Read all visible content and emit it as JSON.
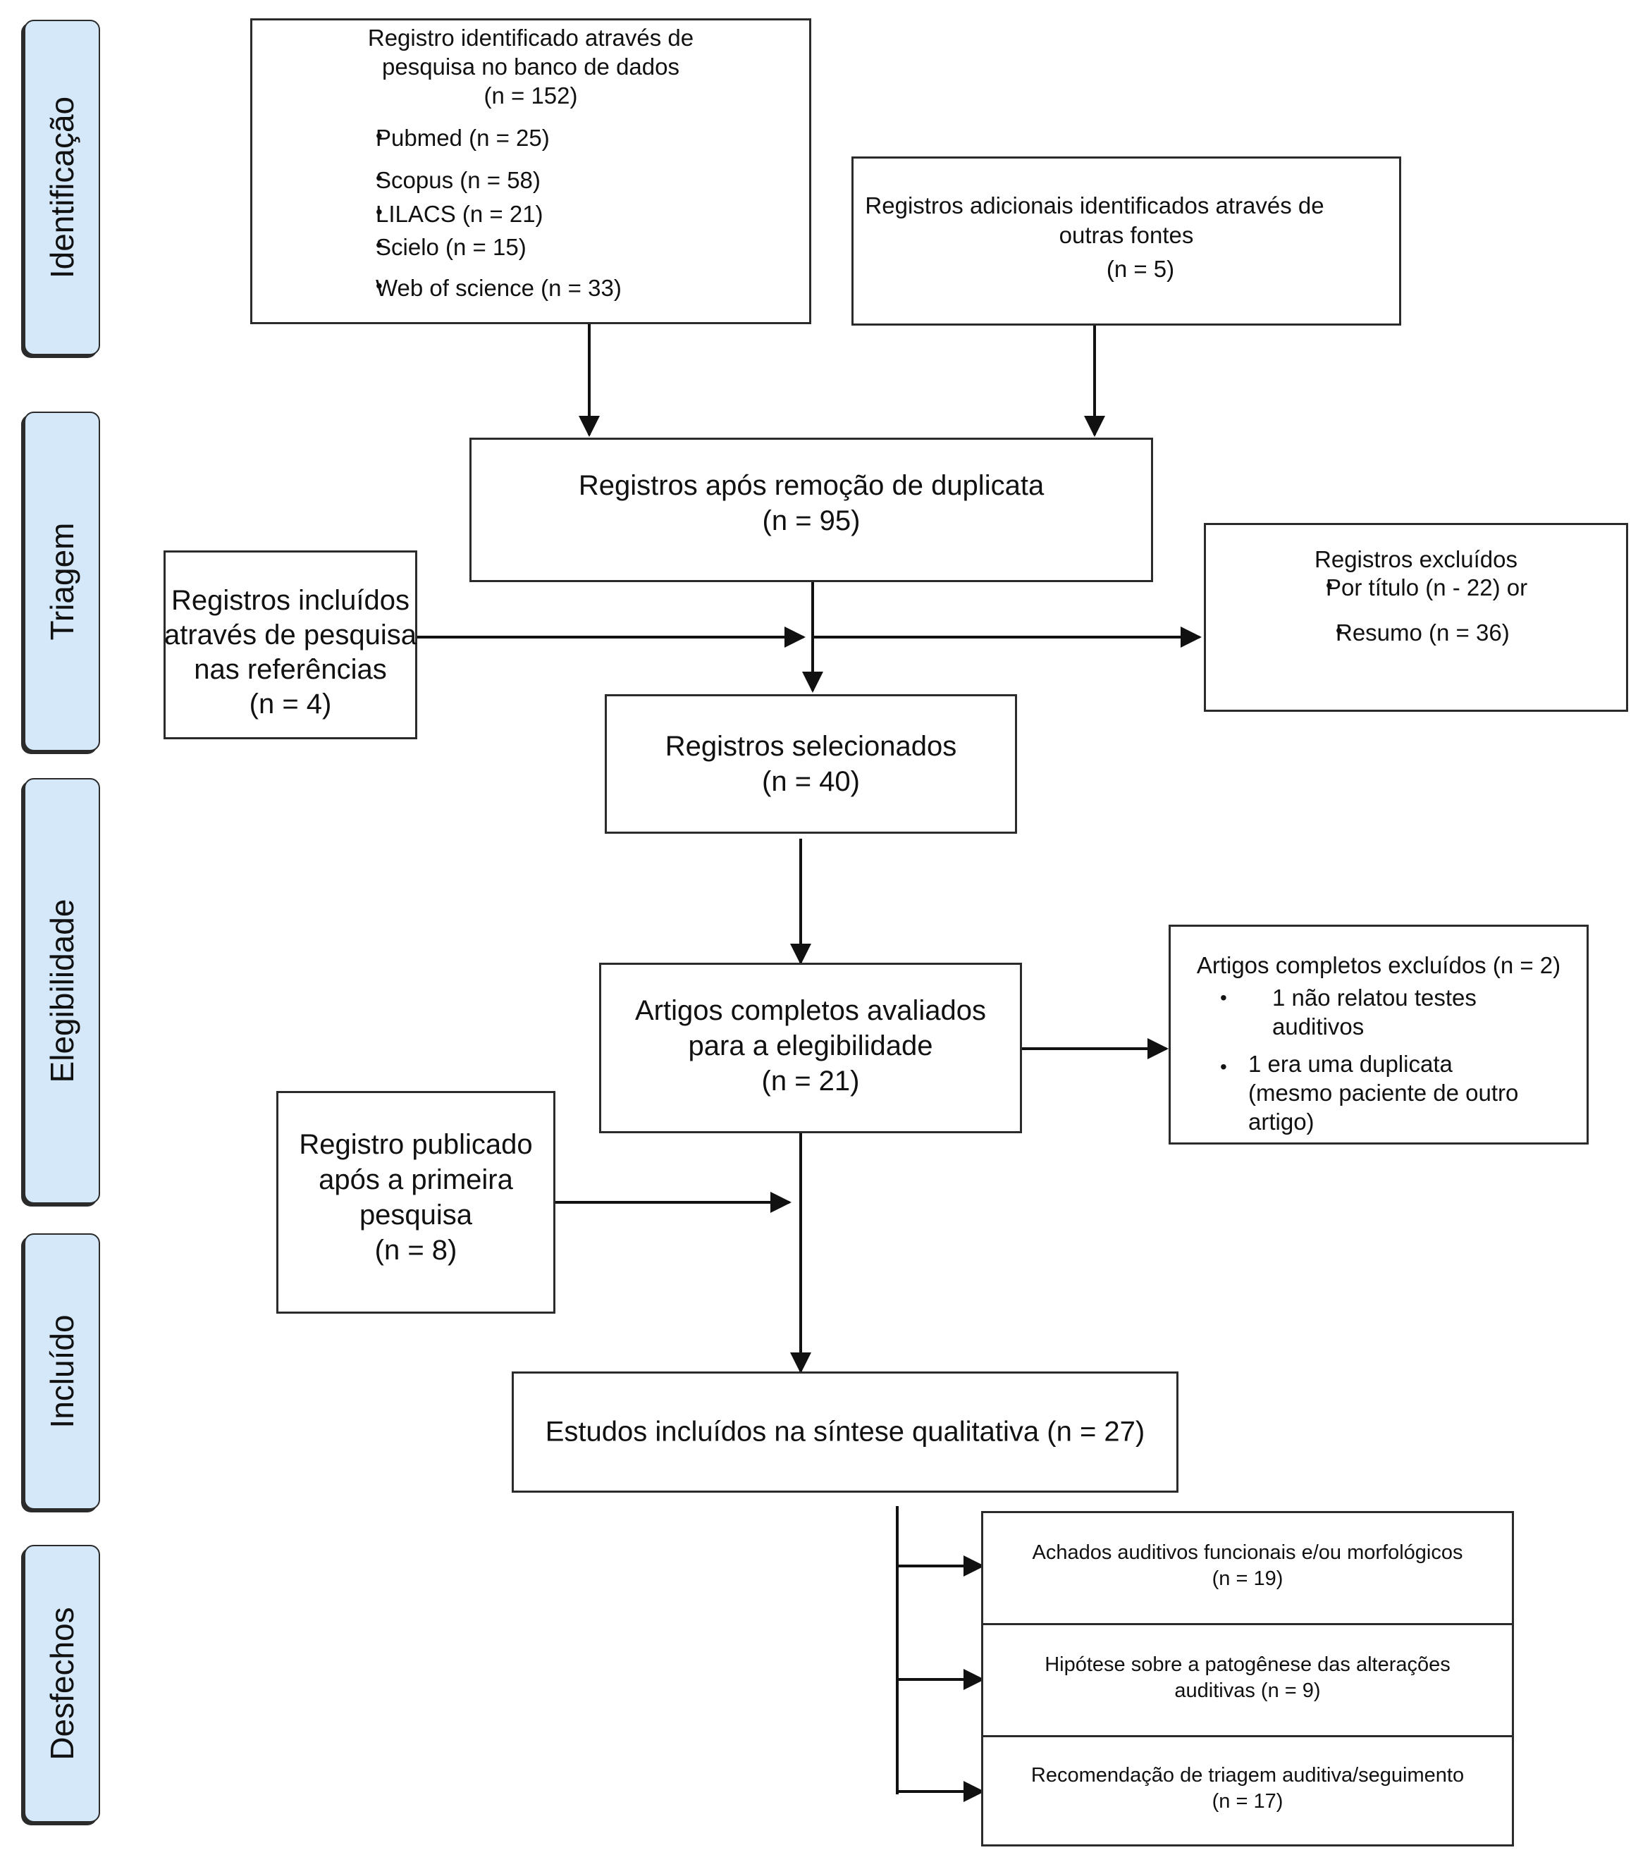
{
  "stages": [
    {
      "id": "identificacao",
      "label": "Identificação"
    },
    {
      "id": "triagem",
      "label": "Triagem"
    },
    {
      "id": "elegibilidade",
      "label": "Elegibilidade"
    },
    {
      "id": "incluido",
      "label": "Incluído"
    },
    {
      "id": "desfechos",
      "label": "Desfechos"
    }
  ],
  "db_search": {
    "title_line1": "Registro identificado através de",
    "title_line2": "pesquisa no banco de dados",
    "count": "(n = 152)",
    "sources": [
      "Pubmed (n = 25)",
      "Scopus (n = 58)",
      "LILACS (n = 21)",
      "Scielo (n = 15)",
      "Web of science (n = 33)"
    ]
  },
  "other_sources": {
    "line1": "Registros adicionais identificados através de",
    "line2": "outras fontes",
    "count": "(n = 5)"
  },
  "after_duplicates": {
    "label": "Registros após remoção de duplicata",
    "count": "(n = 95)"
  },
  "references_included": {
    "line1": "Registros incluídos",
    "line2": "através de pesquisa",
    "line3": "nas referências",
    "count": "(n = 4)"
  },
  "excluded_records": {
    "title": "Registros excluídos",
    "items": [
      "Por título (n - 22) or",
      "Resumo (n = 36)"
    ]
  },
  "selected": {
    "label": "Registros selecionados",
    "count": "(n = 40)"
  },
  "full_text": {
    "line1": "Artigos completos avaliados",
    "line2": "para a elegibilidade",
    "count": "(n = 21)"
  },
  "full_text_excluded": {
    "title": "Artigos completos excluídos  (n = 2)",
    "item1_line1": "1 não relatou testes",
    "item1_line2": "auditivos",
    "item2_line1": "1 era uma duplicata",
    "item2_line2": "(mesmo paciente de outro",
    "item2_line3": "artigo)"
  },
  "published_after": {
    "line1": "Registro publicado",
    "line2": "após a primeira",
    "line3": "pesquisa",
    "count": "(n = 8)"
  },
  "included": {
    "label": "Estudos incluídos na síntese qualitativa (n = 27)"
  },
  "outcomes": [
    {
      "line1": "Achados auditivos funcionais e/ou morfológicos",
      "line2": "(n = 19)"
    },
    {
      "line1": "Hipótese sobre a patogênese das alterações",
      "line2": "auditivas (n = 9)"
    },
    {
      "line1": "Recomendação de triagem auditiva/seguimento",
      "line2": "(n = 17)"
    }
  ]
}
